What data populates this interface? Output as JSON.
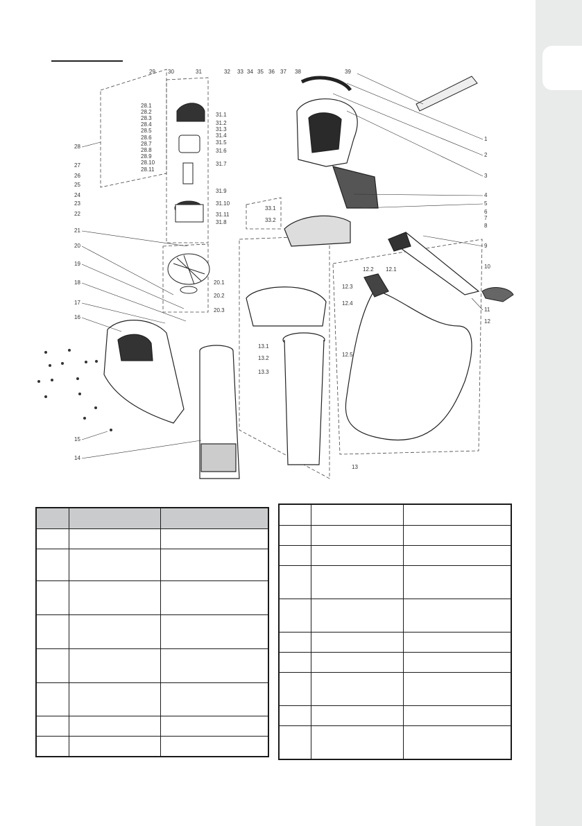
{
  "page": {
    "section_title": "",
    "callouts": {
      "c1": "1",
      "c2": "2",
      "c3": "3",
      "c4": "4",
      "c5": "5",
      "c6": "6",
      "c7": "7",
      "c8": "8",
      "c9": "9",
      "c10": "10",
      "c11": "11",
      "c12": "12",
      "c12_1": "12.1",
      "c12_2": "12.2",
      "c12_3": "12.3",
      "c12_4": "12.4",
      "c12_5": "12.5",
      "c13": "13",
      "c13_1": "13.1",
      "c13_2": "13.2",
      "c13_3": "13.3",
      "c14": "14",
      "c15": "15",
      "c16": "16",
      "c17": "17",
      "c18": "18",
      "c19": "19",
      "c20": "20",
      "c20_1": "20.1",
      "c20_2": "20.2",
      "c20_3": "20.3",
      "c21": "21",
      "c22": "22",
      "c23": "23",
      "c24": "24",
      "c25": "25",
      "c26": "26",
      "c27": "27",
      "c28": "28",
      "c28_1": "28.1",
      "c28_2": "28.2",
      "c28_3": "28.3",
      "c28_4": "28.4",
      "c28_5": "28.5",
      "c28_6": "28.6",
      "c28_7": "28.7",
      "c28_8": "28.8",
      "c28_9": "28.9",
      "c28_10": "28.10",
      "c28_11": "28.11",
      "c29": "29",
      "c30": "30",
      "c31": "31",
      "c31_1": "31.1",
      "c31_2": "31.2",
      "c31_3": "31.3",
      "c31_4": "31.4",
      "c31_5": "31.5",
      "c31_6": "31.6",
      "c31_7": "31.7",
      "c31_8": "31.8",
      "c31_9": "31.9",
      "c31_10": "31.10",
      "c31_11": "31.11",
      "c32": "32",
      "c33": "33",
      "c33_1": "33.1",
      "c33_2": "33.2",
      "c34": "34",
      "c35": "35",
      "c36": "36",
      "c37": "37",
      "c38": "38",
      "c39": "39"
    }
  },
  "tables": {
    "left": {
      "rows": 8
    },
    "right": {
      "rows": 10
    }
  }
}
